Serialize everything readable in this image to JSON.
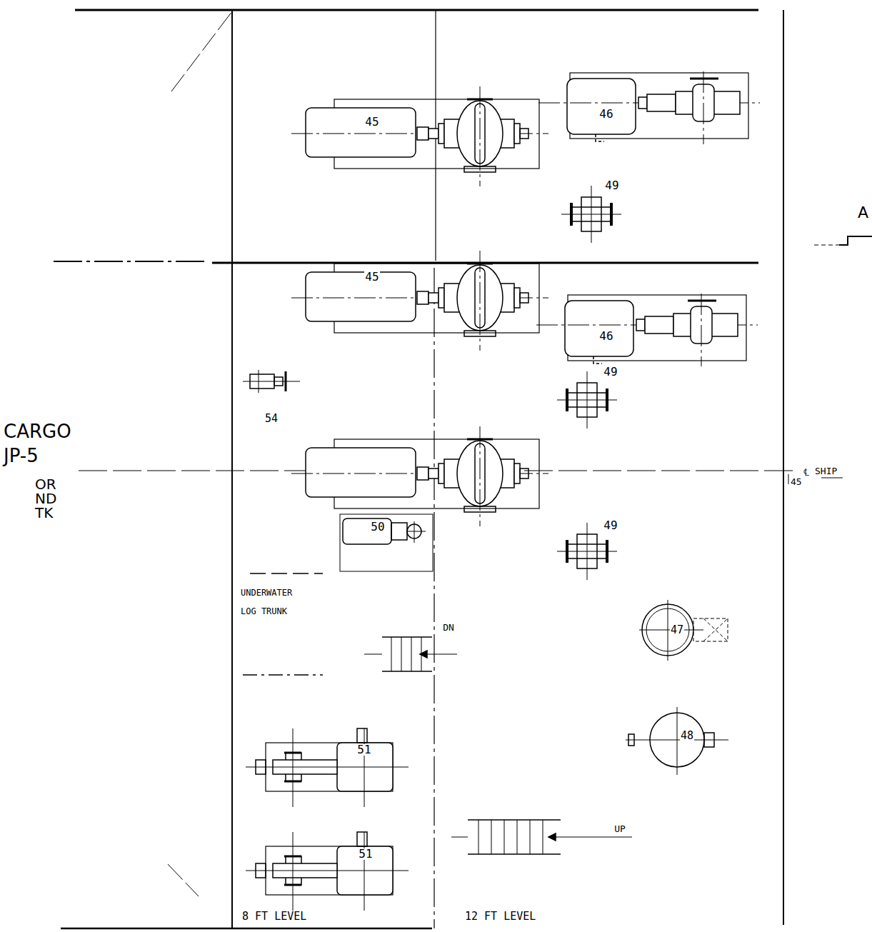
{
  "diagram": {
    "labels": [
      "45",
      "46",
      "49",
      "45",
      "46",
      "49",
      "54",
      "CARGO",
      "JP-5",
      "OR",
      "ND",
      "TK",
      "45",
      "℄",
      "SHIP",
      "49",
      "50",
      "UNDERWATER",
      "LOG TRUNK",
      "DN",
      "47",
      "48",
      "51",
      "51",
      "UP",
      "8 FT LEVEL",
      "12 FT LEVEL",
      "A"
    ]
  }
}
